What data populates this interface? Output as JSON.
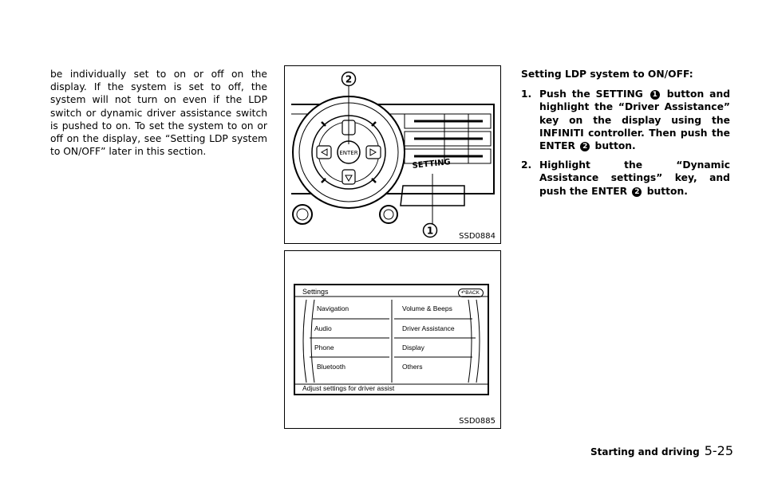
{
  "left_column": {
    "paragraph": "be individually set to on or off on the display. If the system is set to off, the system will not turn on even if the LDP switch or dynamic driver assistance switch is pushed to on. To set the system to on or off on the display, see “Setting LDP system to ON/OFF” later in this section."
  },
  "figure1": {
    "code": "SSD0884",
    "callout1": "1",
    "callout2": "2",
    "setting_label": "SETTING",
    "enter_label": "ENTER"
  },
  "figure2": {
    "code": "SSD0885",
    "screen_title": "Settings",
    "back_label": "BACK",
    "left_items": [
      "Navigation",
      "Audio",
      "Phone",
      "Bluetooth"
    ],
    "right_items": [
      "Volume & Beeps",
      "Driver Assistance",
      "Display",
      "Others"
    ],
    "status": "Adjust settings for driver assist"
  },
  "right_column": {
    "heading": "Setting LDP system to ON/OFF:",
    "steps": [
      {
        "num": "1.",
        "a": "Push the SETTING",
        "ref1": "1",
        "b": "button and highlight the “Driver Assistance” key on the display using the INFINITI controller. Then push the ENTER",
        "ref2": "2",
        "c": "button."
      },
      {
        "num": "2.",
        "a": "Highlight the “Dynamic Assistance settings” key, and push the ENTER",
        "ref1": "2",
        "b": "button."
      }
    ]
  },
  "footer": {
    "section": "Starting and driving",
    "page": "5-25"
  }
}
